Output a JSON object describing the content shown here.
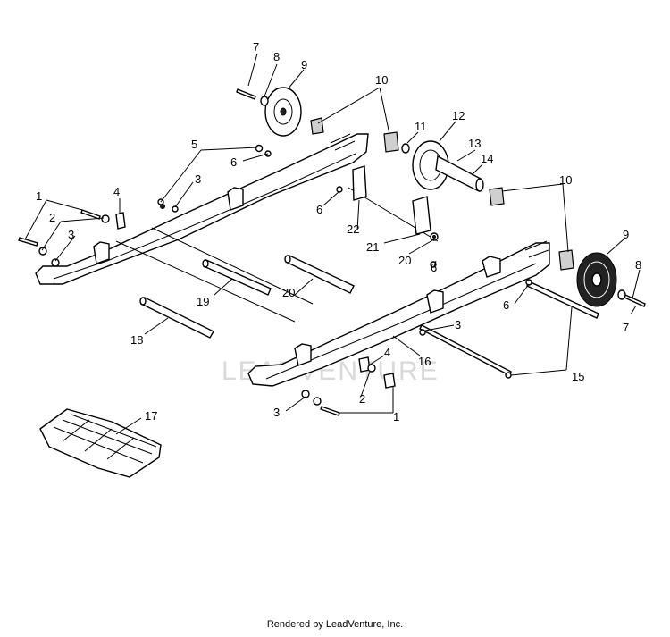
{
  "diagram": {
    "callouts": [
      {
        "id": "c7a",
        "text": "7"
      },
      {
        "id": "c8a",
        "text": "8"
      },
      {
        "id": "c9a",
        "text": "9"
      },
      {
        "id": "c10a",
        "text": "10"
      },
      {
        "id": "c11",
        "text": "11"
      },
      {
        "id": "c12",
        "text": "12"
      },
      {
        "id": "c13",
        "text": "13"
      },
      {
        "id": "c14",
        "text": "14"
      },
      {
        "id": "c5",
        "text": "5"
      },
      {
        "id": "c6a",
        "text": "6"
      },
      {
        "id": "c3a",
        "text": "3"
      },
      {
        "id": "c1a",
        "text": "1"
      },
      {
        "id": "c4a",
        "text": "4"
      },
      {
        "id": "c2a",
        "text": "2"
      },
      {
        "id": "c3b",
        "text": "3"
      },
      {
        "id": "c6b",
        "text": "6"
      },
      {
        "id": "c22",
        "text": "22"
      },
      {
        "id": "c21",
        "text": "21"
      },
      {
        "id": "c20a",
        "text": "20"
      },
      {
        "id": "c6c",
        "text": "6"
      },
      {
        "id": "c10b",
        "text": "10"
      },
      {
        "id": "c9b",
        "text": "9"
      },
      {
        "id": "c8b",
        "text": "8"
      },
      {
        "id": "c7b",
        "text": "7"
      },
      {
        "id": "c6d",
        "text": "6"
      },
      {
        "id": "c3c",
        "text": "3"
      },
      {
        "id": "c19",
        "text": "19"
      },
      {
        "id": "c20b",
        "text": "20"
      },
      {
        "id": "c18",
        "text": "18"
      },
      {
        "id": "c16",
        "text": "16"
      },
      {
        "id": "c4b",
        "text": "4"
      },
      {
        "id": "c2b",
        "text": "2"
      },
      {
        "id": "c3d",
        "text": "3"
      },
      {
        "id": "c1b",
        "text": "1"
      },
      {
        "id": "c15",
        "text": "15"
      },
      {
        "id": "c17",
        "text": "17"
      }
    ],
    "watermark": "LEADVENTURE",
    "credit": "Rendered by LeadVenture, Inc."
  }
}
